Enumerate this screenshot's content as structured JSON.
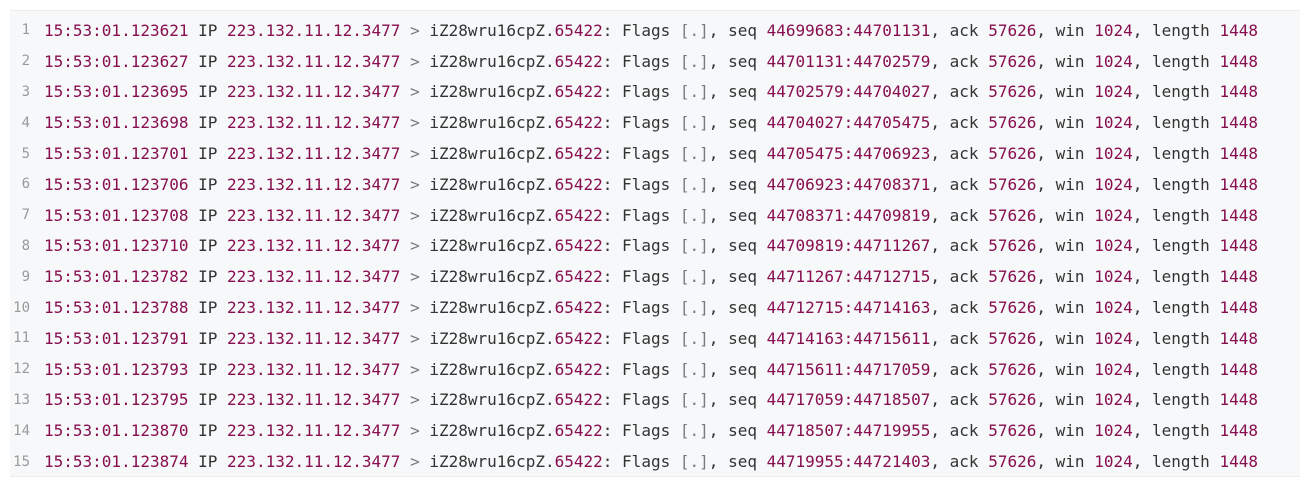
{
  "code_block": {
    "lines": [
      {
        "n": "1",
        "time": "15:53:01.123621",
        "seq_a": "44699683",
        "seq_b": "44701131"
      },
      {
        "n": "2",
        "time": "15:53:01.123627",
        "seq_a": "44701131",
        "seq_b": "44702579"
      },
      {
        "n": "3",
        "time": "15:53:01.123695",
        "seq_a": "44702579",
        "seq_b": "44704027"
      },
      {
        "n": "4",
        "time": "15:53:01.123698",
        "seq_a": "44704027",
        "seq_b": "44705475"
      },
      {
        "n": "5",
        "time": "15:53:01.123701",
        "seq_a": "44705475",
        "seq_b": "44706923"
      },
      {
        "n": "6",
        "time": "15:53:01.123706",
        "seq_a": "44706923",
        "seq_b": "44708371"
      },
      {
        "n": "7",
        "time": "15:53:01.123708",
        "seq_a": "44708371",
        "seq_b": "44709819"
      },
      {
        "n": "8",
        "time": "15:53:01.123710",
        "seq_a": "44709819",
        "seq_b": "44711267"
      },
      {
        "n": "9",
        "time": "15:53:01.123782",
        "seq_a": "44711267",
        "seq_b": "44712715"
      },
      {
        "n": "10",
        "time": "15:53:01.123788",
        "seq_a": "44712715",
        "seq_b": "44714163"
      },
      {
        "n": "11",
        "time": "15:53:01.123791",
        "seq_a": "44714163",
        "seq_b": "44715611"
      },
      {
        "n": "12",
        "time": "15:53:01.123793",
        "seq_a": "44715611",
        "seq_b": "44717059"
      },
      {
        "n": "13",
        "time": "15:53:01.123795",
        "seq_a": "44717059",
        "seq_b": "44718507"
      },
      {
        "n": "14",
        "time": "15:53:01.123870",
        "seq_a": "44718507",
        "seq_b": "44719955"
      },
      {
        "n": "15",
        "time": "15:53:01.123874",
        "seq_a": "44719955",
        "seq_b": "44721403"
      }
    ],
    "common": {
      "ip": "IP",
      "src_addr": "223.132.11.12.3477",
      "arrow": ">",
      "dst_host": "iZ28wru16cpZ",
      "dot": ".",
      "dst_port": "65422",
      "colon": ":",
      "flags_label": "Flags",
      "flag_open": "[",
      "flag_dot": ".",
      "flag_close": "]",
      "comma": ",",
      "seq_label": "seq",
      "seq_sep": ":",
      "ack_label": "ack",
      "ack_value": "57626",
      "win_label": "win",
      "win_value": "1024",
      "length_label": "length",
      "length_value": "1448"
    },
    "colors": {
      "background": "#f6f8fa",
      "number": "#880e4f",
      "text": "#333333",
      "line_number": "#999999",
      "punctuation": "#7a7a7a"
    }
  }
}
